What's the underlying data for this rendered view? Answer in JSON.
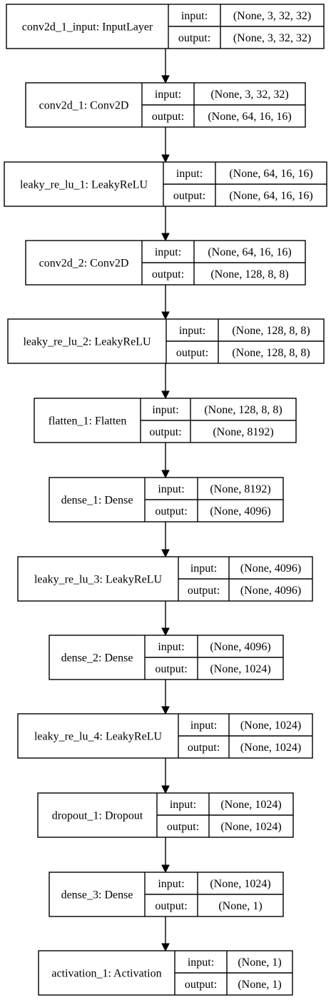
{
  "layers": [
    {
      "title": "conv2d_1_input: InputLayer",
      "input_label": "input:",
      "input_value": "(None, 3, 32, 32)",
      "output_label": "output:",
      "output_value": "(None, 3, 32, 32)"
    },
    {
      "title": "conv2d_1: Conv2D",
      "input_label": "input:",
      "input_value": "(None, 3, 32, 32)",
      "output_label": "output:",
      "output_value": "(None, 64, 16, 16)"
    },
    {
      "title": "leaky_re_lu_1: LeakyReLU",
      "input_label": "input:",
      "input_value": "(None, 64, 16, 16)",
      "output_label": "output:",
      "output_value": "(None, 64, 16, 16)"
    },
    {
      "title": "conv2d_2: Conv2D",
      "input_label": "input:",
      "input_value": "(None, 64, 16, 16)",
      "output_label": "output:",
      "output_value": "(None, 128, 8, 8)"
    },
    {
      "title": "leaky_re_lu_2: LeakyReLU",
      "input_label": "input:",
      "input_value": "(None, 128, 8, 8)",
      "output_label": "output:",
      "output_value": "(None, 128, 8, 8)"
    },
    {
      "title": "flatten_1: Flatten",
      "input_label": "input:",
      "input_value": "(None, 128, 8, 8)",
      "output_label": "output:",
      "output_value": "(None, 8192)"
    },
    {
      "title": "dense_1: Dense",
      "input_label": "input:",
      "input_value": "(None, 8192)",
      "output_label": "output:",
      "output_value": "(None, 4096)"
    },
    {
      "title": "leaky_re_lu_3: LeakyReLU",
      "input_label": "input:",
      "input_value": "(None, 4096)",
      "output_label": "output:",
      "output_value": "(None, 4096)"
    },
    {
      "title": "dense_2: Dense",
      "input_label": "input:",
      "input_value": "(None, 4096)",
      "output_label": "output:",
      "output_value": "(None, 1024)"
    },
    {
      "title": "leaky_re_lu_4: LeakyReLU",
      "input_label": "input:",
      "input_value": "(None, 1024)",
      "output_label": "output:",
      "output_value": "(None, 1024)"
    },
    {
      "title": "dropout_1: Dropout",
      "input_label": "input:",
      "input_value": "(None, 1024)",
      "output_label": "output:",
      "output_value": "(None, 1024)"
    },
    {
      "title": "dense_3: Dense",
      "input_label": "input:",
      "input_value": "(None, 1024)",
      "output_label": "output:",
      "output_value": "(None, 1)"
    },
    {
      "title": "activation_1: Activation",
      "input_label": "input:",
      "input_value": "(None, 1)",
      "output_label": "output:",
      "output_value": "(None, 1)"
    }
  ]
}
